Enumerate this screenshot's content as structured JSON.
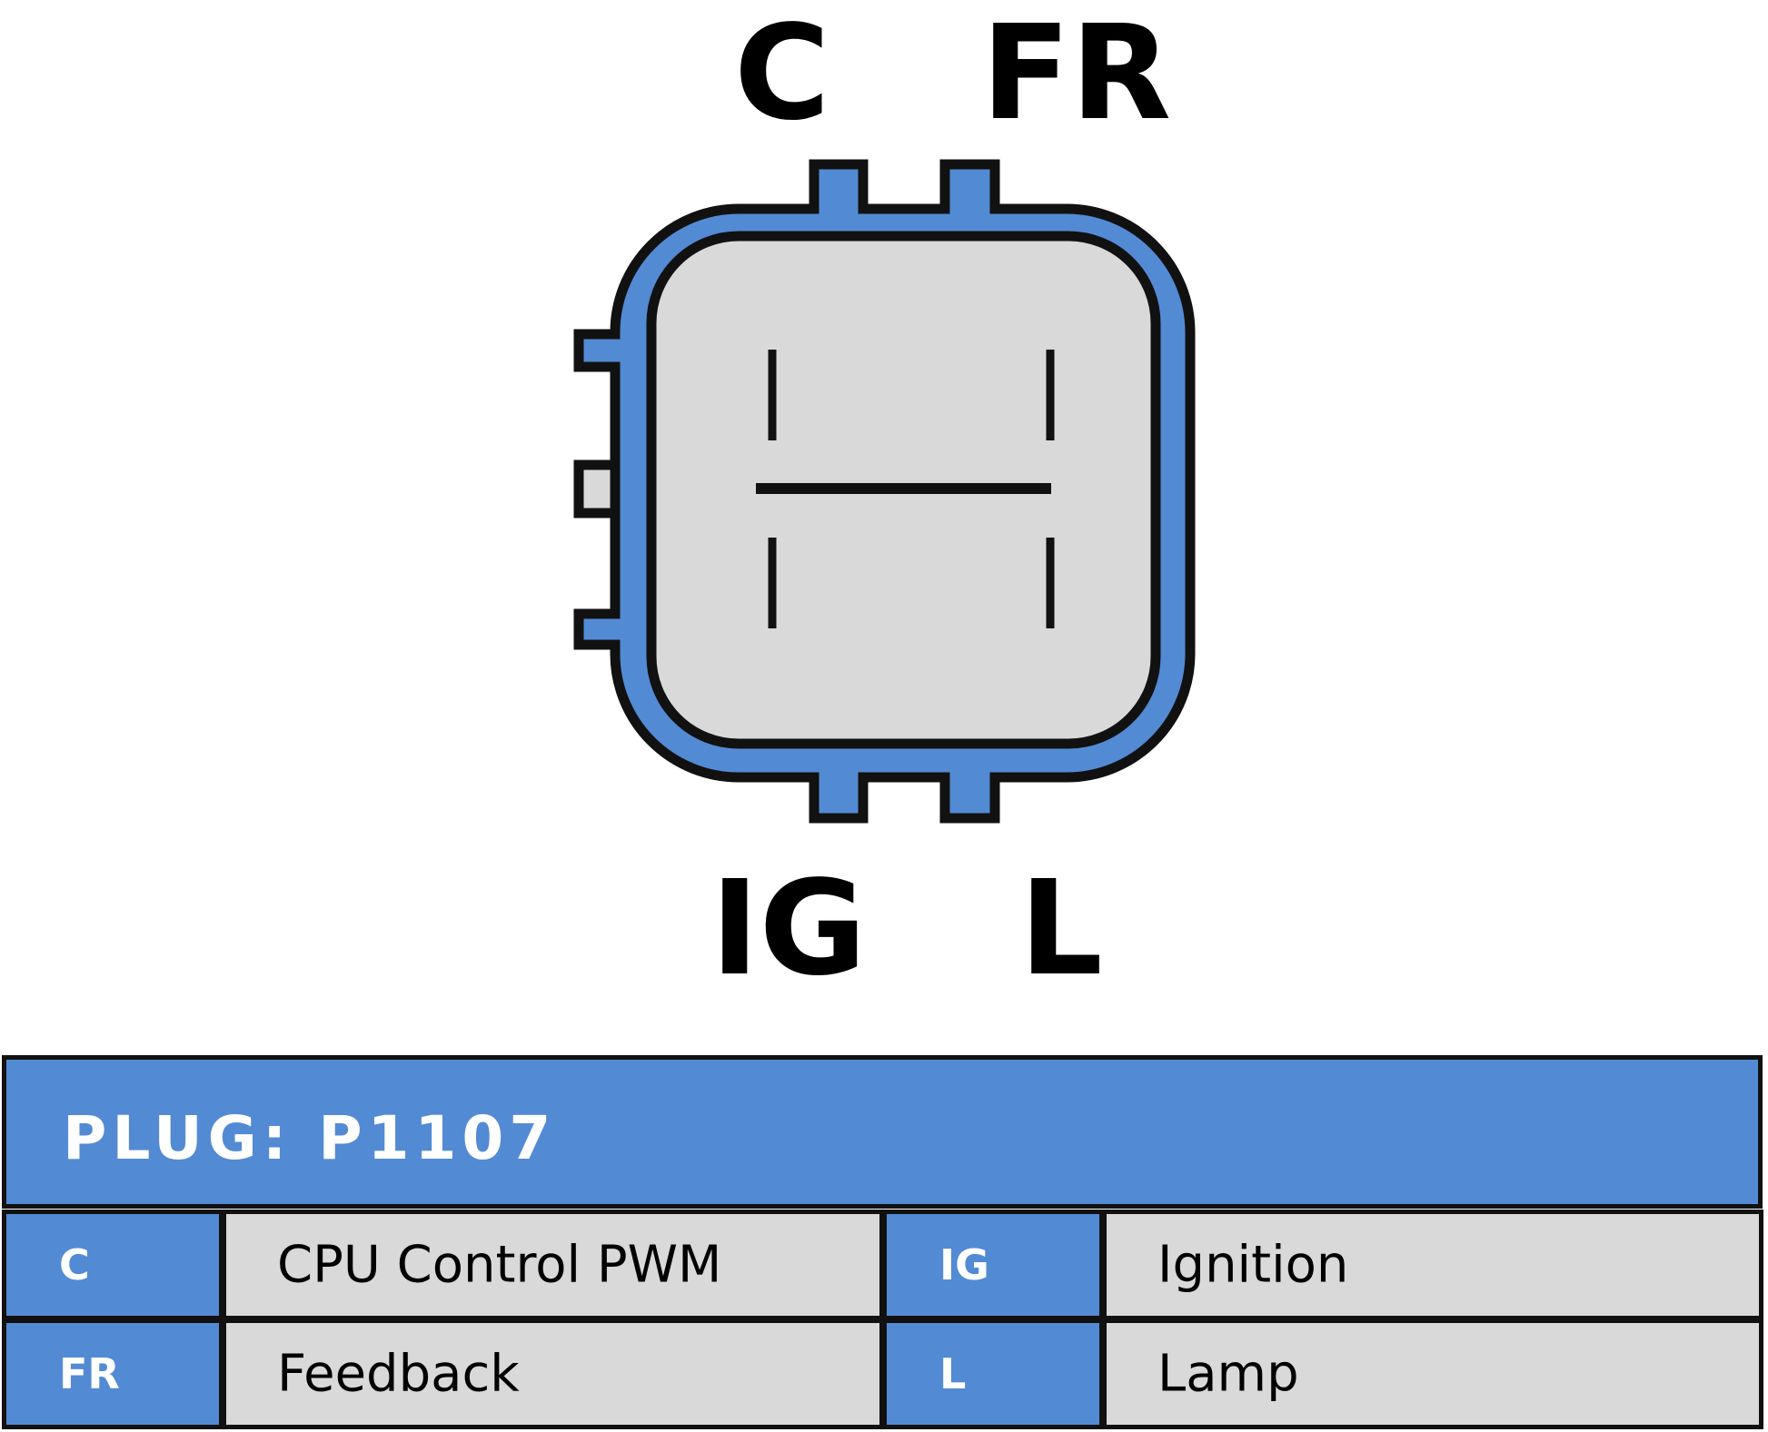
{
  "pins": {
    "top_left": "C",
    "top_right": "FR",
    "bottom_left": "IG",
    "bottom_right": "L"
  },
  "colors": {
    "connector_blue": "#538ad4",
    "face_grey": "#d9d9d9",
    "outline": "#111111"
  },
  "table": {
    "title": "PLUG: P1107",
    "rows": [
      {
        "code_a": "C",
        "desc_a": "CPU Control PWM",
        "code_b": "IG",
        "desc_b": "Ignition"
      },
      {
        "code_a": "FR",
        "desc_a": "Feedback",
        "code_b": "L",
        "desc_b": "Lamp"
      }
    ]
  }
}
